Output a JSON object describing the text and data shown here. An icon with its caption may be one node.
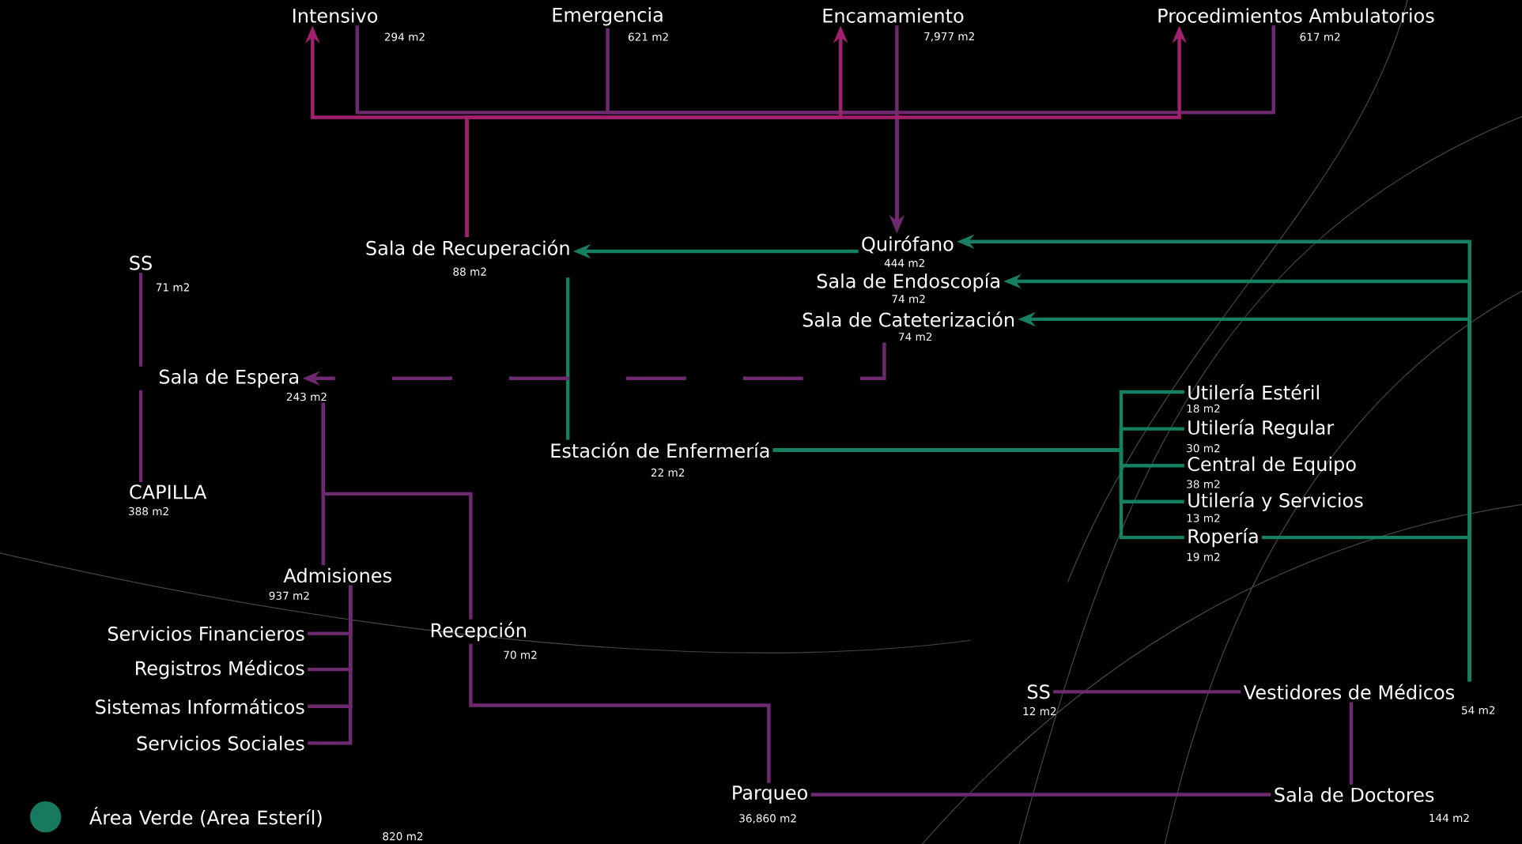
{
  "diagram": {
    "nodes": [
      {
        "text": [
          "Intensivo",
          "294 m2"
        ]
      },
      {
        "text": [
          "Emergencia",
          "621 m2"
        ]
      },
      {
        "text": [
          "Encamamiento",
          "7,977 m2"
        ]
      },
      {
        "text": [
          "Procedimientos Ambulatorios",
          "617 m2"
        ]
      },
      {
        "text": [
          "Sala de Recuperación",
          "88 m2"
        ]
      },
      {
        "text": [
          "Quirófano",
          "444 m2"
        ]
      },
      {
        "text": [
          "Sala de Endoscopía",
          "74 m2"
        ]
      },
      {
        "text": [
          "Sala de Cateterización",
          "74 m2"
        ]
      },
      {
        "text": [
          "SS",
          "71 m2"
        ]
      },
      {
        "text": [
          "Sala de Espera",
          "243 m2"
        ]
      },
      {
        "text": [
          "CAPILLA",
          "388 m2"
        ]
      },
      {
        "text": [
          "Estación de Enfermería",
          "22 m2"
        ]
      },
      {
        "text": [
          "Utilería Estéril",
          "18 m2"
        ]
      },
      {
        "text": [
          "Utilería Regular",
          "30 m2"
        ]
      },
      {
        "text": [
          "Central de Equipo",
          "38 m2"
        ]
      },
      {
        "text": [
          "Utilería y Servicios",
          "13 m2"
        ]
      },
      {
        "text": [
          "Ropería",
          "19 m2"
        ]
      },
      {
        "text": [
          "Admisiones",
          "937 m2"
        ]
      },
      {
        "text": [
          "Servicios Financieros"
        ]
      },
      {
        "text": [
          "Registros Médicos"
        ]
      },
      {
        "text": [
          "Sistemas Informáticos"
        ]
      },
      {
        "text": [
          "Servicios Sociales"
        ]
      },
      {
        "text": [
          "Recepción",
          "70 m2"
        ]
      },
      {
        "text": [
          "SS",
          "12 m2"
        ]
      },
      {
        "text": [
          "Vestidores de Médicos",
          "54 m2"
        ]
      },
      {
        "text": [
          "Parqueo",
          "36,860 m2"
        ]
      },
      {
        "text": [
          "Sala de Doctores",
          "144 m2"
        ]
      }
    ],
    "edges": [
      {
        "from": 0,
        "to": 5,
        "arrow": "to"
      },
      {
        "from": 1,
        "to": 5,
        "arrow": "to"
      },
      {
        "from": 2,
        "to": 5,
        "arrow": "to"
      },
      {
        "from": 3,
        "to": 5,
        "arrow": "to"
      },
      {
        "from": 4,
        "to": 0,
        "arrow": "to",
        "color": "#a3206e"
      },
      {
        "from": 4,
        "to": 2,
        "arrow": "to",
        "color": "#a3206e"
      },
      {
        "from": 4,
        "to": 3,
        "arrow": "to",
        "color": "#a3206e"
      },
      {
        "from": 5,
        "to": 4,
        "arrow": "to",
        "color": "#178063"
      },
      {
        "from": 24,
        "to": 5,
        "arrow": "to",
        "color": "#178063"
      },
      {
        "from": 24,
        "to": 6,
        "arrow": "to",
        "color": "#178063"
      },
      {
        "from": 24,
        "to": 7,
        "arrow": "to",
        "color": "#178063"
      },
      {
        "from": 16,
        "to": 24,
        "arrow": "none",
        "color": "#178063"
      },
      {
        "from": 4,
        "to": 11,
        "arrow": "none",
        "color": "#178063"
      },
      {
        "from": 11,
        "to": 12,
        "arrow": "none",
        "color": "#178063"
      },
      {
        "from": 11,
        "to": 13,
        "arrow": "none",
        "color": "#178063"
      },
      {
        "from": 11,
        "to": 14,
        "arrow": "none",
        "color": "#178063"
      },
      {
        "from": 11,
        "to": 15,
        "arrow": "none",
        "color": "#178063"
      },
      {
        "from": 11,
        "to": 16,
        "arrow": "none",
        "color": "#178063"
      },
      {
        "from": 7,
        "to": 9,
        "arrow": "to",
        "style": "dashed"
      },
      {
        "from": 8,
        "to": 9,
        "arrow": "none"
      },
      {
        "from": 9,
        "to": 10,
        "arrow": "none"
      },
      {
        "from": 9,
        "to": 17,
        "arrow": "none"
      },
      {
        "from": 9,
        "to": 22,
        "arrow": "none"
      },
      {
        "from": 17,
        "to": 18,
        "arrow": "none"
      },
      {
        "from": 17,
        "to": 19,
        "arrow": "none"
      },
      {
        "from": 17,
        "to": 20,
        "arrow": "none"
      },
      {
        "from": 17,
        "to": 21,
        "arrow": "none"
      },
      {
        "from": 22,
        "to": 25,
        "arrow": "none"
      },
      {
        "from": 25,
        "to": 26,
        "arrow": "none"
      },
      {
        "from": 23,
        "to": 24,
        "arrow": "none"
      },
      {
        "from": 24,
        "to": 26,
        "arrow": "none"
      }
    ],
    "labels": [
      "820 m2"
    ],
    "legend": [
      {
        "text": "Área Verde (Area Esteríl)",
        "color": "#177a5e"
      }
    ]
  }
}
